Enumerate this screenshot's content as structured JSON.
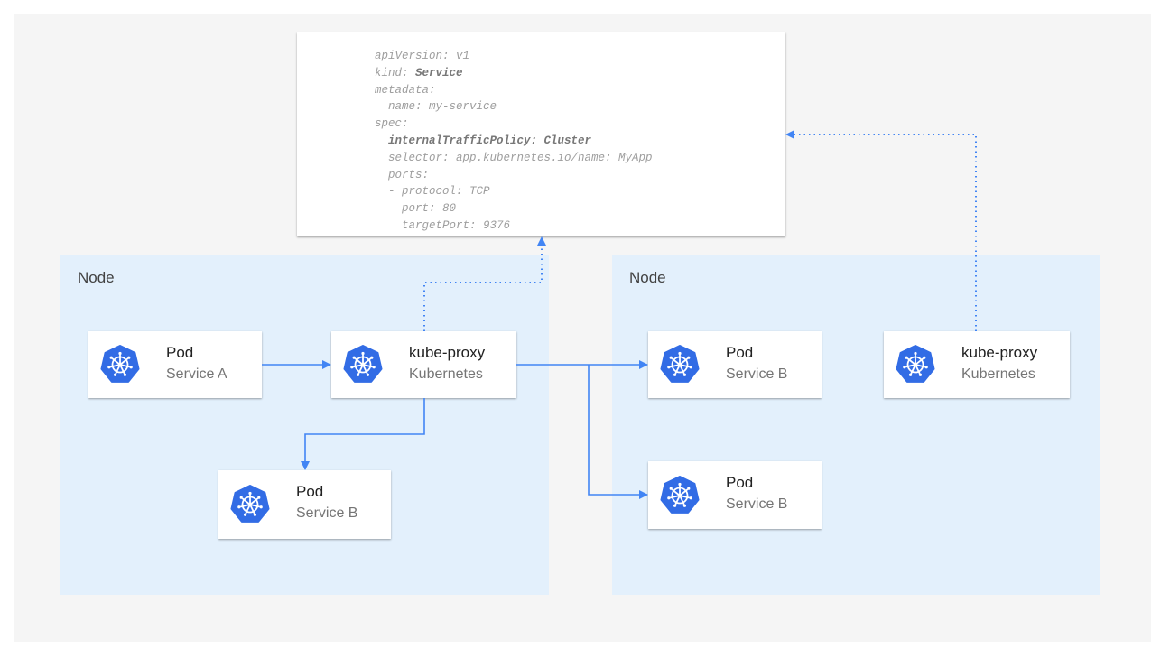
{
  "colors": {
    "accent": "#4285f4",
    "node_bg": "#e3f0fc",
    "k8s_blue": "#326ce5"
  },
  "yaml": {
    "lines": [
      {
        "text": "apiVersion: v1"
      },
      {
        "pre": "kind: ",
        "bold": "Service"
      },
      {
        "text": "metadata:"
      },
      {
        "text": "  name: my-service"
      },
      {
        "text": "spec:"
      },
      {
        "bold": "  internalTrafficPolicy: Cluster"
      },
      {
        "text": "  selector: app.kubernetes.io/name: MyApp"
      },
      {
        "text": "  ports:"
      },
      {
        "text": "  - protocol: TCP"
      },
      {
        "text": "    port: 80"
      },
      {
        "text": "    targetPort: 9376"
      }
    ]
  },
  "nodes": [
    {
      "label": "Node",
      "cards": [
        {
          "title": "Pod",
          "subtitle": "Service A",
          "icon": "kubernetes-icon"
        },
        {
          "title": "kube-proxy",
          "subtitle": "Kubernetes",
          "icon": "kubernetes-icon"
        },
        {
          "title": "Pod",
          "subtitle": "Service B",
          "icon": "kubernetes-icon"
        }
      ]
    },
    {
      "label": "Node",
      "cards": [
        {
          "title": "Pod",
          "subtitle": "Service B",
          "icon": "kubernetes-icon"
        },
        {
          "title": "kube-proxy",
          "subtitle": "Kubernetes",
          "icon": "kubernetes-icon"
        },
        {
          "title": "Pod",
          "subtitle": "Service B",
          "icon": "kubernetes-icon"
        }
      ]
    }
  ]
}
